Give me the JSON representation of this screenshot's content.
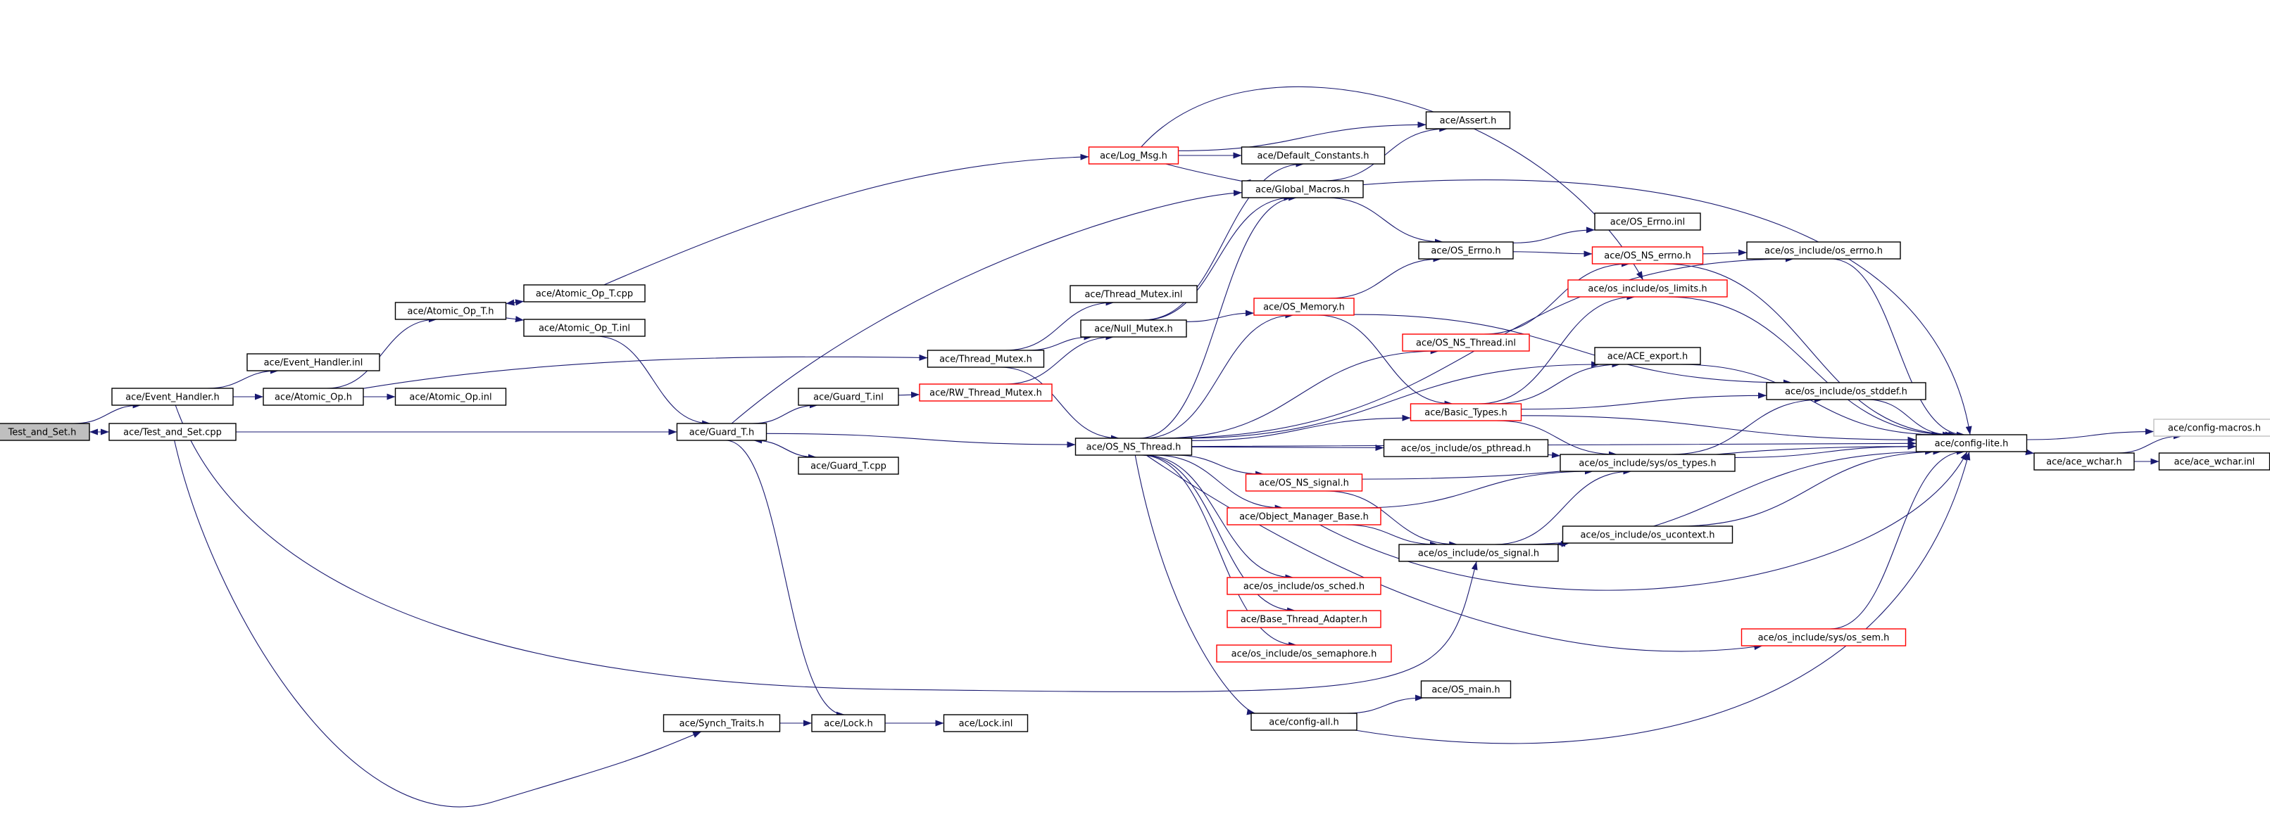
{
  "diagram": {
    "type": "include-dependency-graph",
    "colors": {
      "edge": "#191970",
      "node_border": "#000000",
      "truncated_border": "#ff0000",
      "muted_border": "#c0c0c0",
      "root_fill": "#bfbfbf",
      "node_fill": "#ffffff",
      "text": "#000000"
    },
    "nodes": [
      {
        "id": "n_test_and_set_h",
        "label": "Test_and_Set.h",
        "style": "root"
      },
      {
        "id": "n_event_handler_h",
        "label": "ace/Event_Handler.h",
        "style": "normal"
      },
      {
        "id": "n_test_and_set_cpp",
        "label": "ace/Test_and_Set.cpp",
        "style": "normal"
      },
      {
        "id": "n_event_handler_inl",
        "label": "ace/Event_Handler.inl",
        "style": "normal"
      },
      {
        "id": "n_atomic_op_h",
        "label": "ace/Atomic_Op.h",
        "style": "normal"
      },
      {
        "id": "n_atomic_op_t_h",
        "label": "ace/Atomic_Op_T.h",
        "style": "normal"
      },
      {
        "id": "n_atomic_op_inl",
        "label": "ace/Atomic_Op.inl",
        "style": "normal"
      },
      {
        "id": "n_atomic_op_t_cpp",
        "label": "ace/Atomic_Op_T.cpp",
        "style": "normal"
      },
      {
        "id": "n_atomic_op_t_inl",
        "label": "ace/Atomic_Op_T.inl",
        "style": "normal"
      },
      {
        "id": "n_log_msg_h",
        "label": "ace/Log_Msg.h",
        "style": "truncated"
      },
      {
        "id": "n_guard_t_h",
        "label": "ace/Guard_T.h",
        "style": "normal"
      },
      {
        "id": "n_guard_t_inl",
        "label": "ace/Guard_T.inl",
        "style": "normal"
      },
      {
        "id": "n_guard_t_cpp",
        "label": "ace/Guard_T.cpp",
        "style": "normal"
      },
      {
        "id": "n_rw_thread_mutex_h",
        "label": "ace/RW_Thread_Mutex.h",
        "style": "truncated"
      },
      {
        "id": "n_thread_mutex_h",
        "label": "ace/Thread_Mutex.h",
        "style": "normal"
      },
      {
        "id": "n_thread_mutex_inl",
        "label": "ace/Thread_Mutex.inl",
        "style": "normal"
      },
      {
        "id": "n_null_mutex_h",
        "label": "ace/Null_Mutex.h",
        "style": "normal"
      },
      {
        "id": "n_os_ns_thread_h",
        "label": "ace/OS_NS_Thread.h",
        "style": "normal"
      },
      {
        "id": "n_synch_traits_h",
        "label": "ace/Synch_Traits.h",
        "style": "normal"
      },
      {
        "id": "n_lock_h",
        "label": "ace/Lock.h",
        "style": "normal"
      },
      {
        "id": "n_lock_inl",
        "label": "ace/Lock.inl",
        "style": "normal"
      },
      {
        "id": "n_default_constants_h",
        "label": "ace/Default_Constants.h",
        "style": "normal"
      },
      {
        "id": "n_assert_h",
        "label": "ace/Assert.h",
        "style": "normal"
      },
      {
        "id": "n_global_macros_h",
        "label": "ace/Global_Macros.h",
        "style": "normal"
      },
      {
        "id": "n_os_memory_h",
        "label": "ace/OS_Memory.h",
        "style": "truncated"
      },
      {
        "id": "n_os_ns_thread_inl",
        "label": "ace/OS_NS_Thread.inl",
        "style": "truncated"
      },
      {
        "id": "n_basic_types_h",
        "label": "ace/Basic_Types.h",
        "style": "truncated"
      },
      {
        "id": "n_os_include_os_pthread_h",
        "label": "ace/os_include/os_pthread.h",
        "style": "normal"
      },
      {
        "id": "n_os_ns_signal_h",
        "label": "ace/OS_NS_signal.h",
        "style": "truncated"
      },
      {
        "id": "n_object_manager_base_h",
        "label": "ace/Object_Manager_Base.h",
        "style": "truncated"
      },
      {
        "id": "n_os_include_os_sched_h",
        "label": "ace/os_include/os_sched.h",
        "style": "truncated"
      },
      {
        "id": "n_base_thread_adapter_h",
        "label": "ace/Base_Thread_Adapter.h",
        "style": "truncated"
      },
      {
        "id": "n_os_include_os_semaphore_h",
        "label": "ace/os_include/os_semaphore.h",
        "style": "truncated"
      },
      {
        "id": "n_config_all_h",
        "label": "ace/config-all.h",
        "style": "normal"
      },
      {
        "id": "n_os_errno_h",
        "label": "ace/OS_Errno.h",
        "style": "normal"
      },
      {
        "id": "n_os_errno_inl",
        "label": "ace/OS_Errno.inl",
        "style": "normal"
      },
      {
        "id": "n_os_ns_errno_h",
        "label": "ace/OS_NS_errno.h",
        "style": "truncated"
      },
      {
        "id": "n_os_include_os_limits_h",
        "label": "ace/os_include/os_limits.h",
        "style": "truncated"
      },
      {
        "id": "n_ace_export_h",
        "label": "ace/ACE_export.h",
        "style": "normal"
      },
      {
        "id": "n_os_include_os_stddef_h",
        "label": "ace/os_include/os_stddef.h",
        "style": "normal"
      },
      {
        "id": "n_os_include_sys_os_types_h",
        "label": "ace/os_include/sys/os_types.h",
        "style": "normal"
      },
      {
        "id": "n_os_include_os_signal_h",
        "label": "ace/os_include/os_signal.h",
        "style": "normal"
      },
      {
        "id": "n_os_include_os_ucontext_h",
        "label": "ace/os_include/os_ucontext.h",
        "style": "normal"
      },
      {
        "id": "n_os_include_sys_os_sem_h",
        "label": "ace/os_include/sys/os_sem.h",
        "style": "truncated"
      },
      {
        "id": "n_os_main_h",
        "label": "ace/OS_main.h",
        "style": "normal"
      },
      {
        "id": "n_os_include_os_errno_h",
        "label": "ace/os_include/os_errno.h",
        "style": "normal"
      },
      {
        "id": "n_config_lite_h",
        "label": "ace/config-lite.h",
        "style": "normal"
      },
      {
        "id": "n_config_macros_h",
        "label": "ace/config-macros.h",
        "style": "muted"
      },
      {
        "id": "n_ace_wchar_h",
        "label": "ace/ace_wchar.h",
        "style": "normal"
      },
      {
        "id": "n_ace_wchar_inl",
        "label": "ace/ace_wchar.inl",
        "style": "normal"
      }
    ],
    "edges": [
      {
        "from": "n_test_and_set_h",
        "to": "n_event_handler_h"
      },
      {
        "from": "n_test_and_set_h",
        "to": "n_test_and_set_cpp"
      },
      {
        "from": "n_event_handler_h",
        "to": "n_event_handler_inl"
      },
      {
        "from": "n_event_handler_h",
        "to": "n_atomic_op_h"
      },
      {
        "from": "n_event_handler_h",
        "to": "n_os_include_os_signal_h"
      },
      {
        "from": "n_atomic_op_h",
        "to": "n_atomic_op_t_h"
      },
      {
        "from": "n_atomic_op_h",
        "to": "n_atomic_op_inl"
      },
      {
        "from": "n_atomic_op_h",
        "to": "n_thread_mutex_h"
      },
      {
        "from": "n_atomic_op_t_h",
        "to": "n_atomic_op_t_cpp"
      },
      {
        "from": "n_atomic_op_t_h",
        "to": "n_atomic_op_t_inl"
      },
      {
        "from": "n_atomic_op_t_cpp",
        "to": "n_atomic_op_t_h"
      },
      {
        "from": "n_atomic_op_t_cpp",
        "to": "n_log_msg_h"
      },
      {
        "from": "n_atomic_op_t_inl",
        "to": "n_guard_t_h"
      },
      {
        "from": "n_test_and_set_cpp",
        "to": "n_test_and_set_h"
      },
      {
        "from": "n_test_and_set_cpp",
        "to": "n_guard_t_h"
      },
      {
        "from": "n_test_and_set_cpp",
        "to": "n_synch_traits_h"
      },
      {
        "from": "n_guard_t_h",
        "to": "n_guard_t_inl"
      },
      {
        "from": "n_guard_t_h",
        "to": "n_guard_t_cpp"
      },
      {
        "from": "n_guard_t_h",
        "to": "n_os_ns_thread_h"
      },
      {
        "from": "n_guard_t_h",
        "to": "n_lock_h"
      },
      {
        "from": "n_guard_t_h",
        "to": "n_global_macros_h"
      },
      {
        "from": "n_guard_t_cpp",
        "to": "n_guard_t_h"
      },
      {
        "from": "n_guard_t_inl",
        "to": "n_rw_thread_mutex_h"
      },
      {
        "from": "n_rw_thread_mutex_h",
        "to": "n_null_mutex_h"
      },
      {
        "from": "n_thread_mutex_h",
        "to": "n_thread_mutex_inl"
      },
      {
        "from": "n_thread_mutex_h",
        "to": "n_null_mutex_h"
      },
      {
        "from": "n_thread_mutex_h",
        "to": "n_os_ns_thread_h"
      },
      {
        "from": "n_null_mutex_h",
        "to": "n_global_macros_h"
      },
      {
        "from": "n_null_mutex_h",
        "to": "n_os_memory_h"
      },
      {
        "from": "n_null_mutex_h",
        "to": "n_default_constants_h"
      },
      {
        "from": "n_synch_traits_h",
        "to": "n_lock_h"
      },
      {
        "from": "n_lock_h",
        "to": "n_lock_inl"
      },
      {
        "from": "n_log_msg_h",
        "to": "n_default_constants_h"
      },
      {
        "from": "n_log_msg_h",
        "to": "n_assert_h"
      },
      {
        "from": "n_log_msg_h",
        "to": "n_global_macros_h"
      },
      {
        "from": "n_log_msg_h",
        "to": "n_os_include_os_limits_h"
      },
      {
        "from": "n_global_macros_h",
        "to": "n_assert_h"
      },
      {
        "from": "n_global_macros_h",
        "to": "n_os_errno_h"
      },
      {
        "from": "n_global_macros_h",
        "to": "n_config_lite_h"
      },
      {
        "from": "n_os_ns_thread_h",
        "to": "n_global_macros_h"
      },
      {
        "from": "n_os_ns_thread_h",
        "to": "n_os_memory_h"
      },
      {
        "from": "n_os_ns_thread_h",
        "to": "n_os_ns_thread_inl"
      },
      {
        "from": "n_os_ns_thread_h",
        "to": "n_basic_types_h"
      },
      {
        "from": "n_os_ns_thread_h",
        "to": "n_ace_export_h"
      },
      {
        "from": "n_os_ns_thread_h",
        "to": "n_os_include_os_errno_h"
      },
      {
        "from": "n_os_ns_thread_h",
        "to": "n_os_include_os_pthread_h"
      },
      {
        "from": "n_os_ns_thread_h",
        "to": "n_os_ns_signal_h"
      },
      {
        "from": "n_os_ns_thread_h",
        "to": "n_object_manager_base_h"
      },
      {
        "from": "n_os_ns_thread_h",
        "to": "n_os_include_os_sched_h"
      },
      {
        "from": "n_os_ns_thread_h",
        "to": "n_base_thread_adapter_h"
      },
      {
        "from": "n_os_ns_thread_h",
        "to": "n_os_include_os_semaphore_h"
      },
      {
        "from": "n_os_ns_thread_h",
        "to": "n_config_all_h"
      },
      {
        "from": "n_os_ns_thread_h",
        "to": "n_os_include_sys_os_sem_h"
      },
      {
        "from": "n_os_ns_thread_h",
        "to": "n_config_lite_h"
      },
      {
        "from": "n_os_memory_h",
        "to": "n_os_errno_h"
      },
      {
        "from": "n_os_memory_h",
        "to": "n_basic_types_h"
      },
      {
        "from": "n_os_memory_h",
        "to": "n_os_include_os_stddef_h"
      },
      {
        "from": "n_os_ns_thread_inl",
        "to": "n_os_ns_errno_h"
      },
      {
        "from": "n_os_errno_h",
        "to": "n_os_errno_inl"
      },
      {
        "from": "n_os_errno_h",
        "to": "n_os_ns_errno_h"
      },
      {
        "from": "n_os_ns_errno_h",
        "to": "n_os_include_os_errno_h"
      },
      {
        "from": "n_os_ns_errno_h",
        "to": "n_config_lite_h"
      },
      {
        "from": "n_os_include_os_limits_h",
        "to": "n_config_lite_h"
      },
      {
        "from": "n_os_include_os_errno_h",
        "to": "n_config_lite_h"
      },
      {
        "from": "n_basic_types_h",
        "to": "n_ace_export_h"
      },
      {
        "from": "n_basic_types_h",
        "to": "n_os_include_os_stddef_h"
      },
      {
        "from": "n_basic_types_h",
        "to": "n_os_include_sys_os_types_h"
      },
      {
        "from": "n_basic_types_h",
        "to": "n_config_lite_h"
      },
      {
        "from": "n_basic_types_h",
        "to": "n_os_include_os_limits_h"
      },
      {
        "from": "n_ace_export_h",
        "to": "n_config_lite_h"
      },
      {
        "from": "n_os_include_os_stddef_h",
        "to": "n_config_lite_h"
      },
      {
        "from": "n_os_include_os_pthread_h",
        "to": "n_os_include_sys_os_types_h"
      },
      {
        "from": "n_os_include_sys_os_types_h",
        "to": "n_os_include_os_stddef_h"
      },
      {
        "from": "n_os_include_sys_os_types_h",
        "to": "n_config_lite_h"
      },
      {
        "from": "n_os_ns_signal_h",
        "to": "n_os_include_os_signal_h"
      },
      {
        "from": "n_os_ns_signal_h",
        "to": "n_config_lite_h"
      },
      {
        "from": "n_object_manager_base_h",
        "to": "n_os_include_os_signal_h"
      },
      {
        "from": "n_object_manager_base_h",
        "to": "n_os_include_sys_os_types_h"
      },
      {
        "from": "n_object_manager_base_h",
        "to": "n_config_lite_h"
      },
      {
        "from": "n_os_include_os_signal_h",
        "to": "n_os_include_sys_os_types_h"
      },
      {
        "from": "n_os_include_os_signal_h",
        "to": "n_os_include_os_ucontext_h"
      },
      {
        "from": "n_os_include_os_signal_h",
        "to": "n_config_lite_h"
      },
      {
        "from": "n_os_include_os_ucontext_h",
        "to": "n_os_include_os_signal_h"
      },
      {
        "from": "n_os_include_os_ucontext_h",
        "to": "n_config_lite_h"
      },
      {
        "from": "n_os_include_sys_os_sem_h",
        "to": "n_config_lite_h"
      },
      {
        "from": "n_config_all_h",
        "to": "n_os_main_h"
      },
      {
        "from": "n_config_all_h",
        "to": "n_config_lite_h"
      },
      {
        "from": "n_config_lite_h",
        "to": "n_config_macros_h"
      },
      {
        "from": "n_config_lite_h",
        "to": "n_ace_wchar_h"
      },
      {
        "from": "n_ace_wchar_h",
        "to": "n_ace_wchar_inl"
      },
      {
        "from": "n_ace_wchar_h",
        "to": "n_config_macros_h"
      }
    ]
  }
}
